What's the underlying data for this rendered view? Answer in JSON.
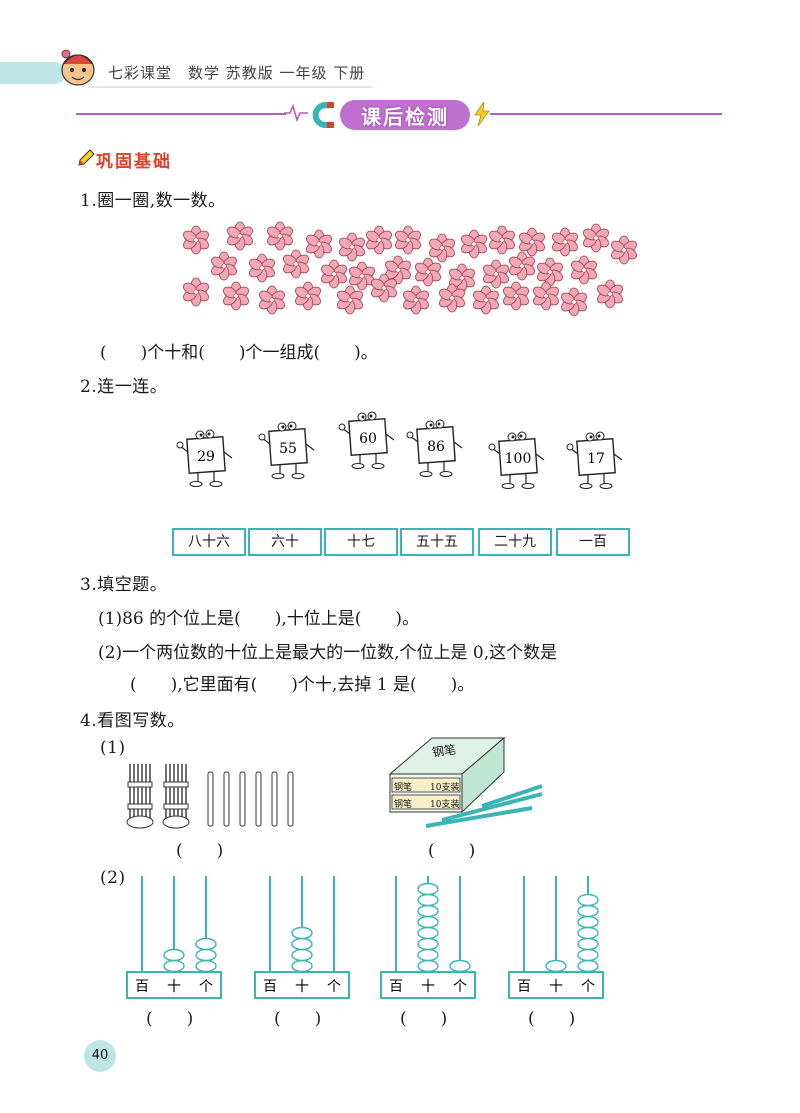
{
  "header": {
    "title": "七彩课堂　数学 苏教版 一年级 下册",
    "section_title": "课后检测"
  },
  "section_label": "巩固基础",
  "q1": {
    "title": "1.圈一圈,数一数。",
    "fill": "(　　)个十和(　　)个一组成(　　)。"
  },
  "q2": {
    "title": "2.连一连。",
    "numbers": [
      "29",
      "55",
      "60",
      "86",
      "100",
      "17"
    ],
    "cards": [
      "八十六",
      "六十",
      "十七",
      "五十五",
      "二十九",
      "一百"
    ]
  },
  "q3": {
    "title": "3.填空题。",
    "line1": "(1)86 的个位上是(　　),十位上是(　　)。",
    "line2": "(2)一个两位数的十位上是最大的一位数,个位上是 0,这个数是",
    "line3": "(　　),它里面有(　　)个十,去掉 1 是(　　)。"
  },
  "q4": {
    "title": "4.看图写数。",
    "sub1": "(1)",
    "sub2": "(2)",
    "answer": "(　　)",
    "box_title": "钢笔",
    "box_label1": "钢笔　　10支装",
    "box_label2": "钢笔　　10支装",
    "places": [
      "百",
      "十",
      "个"
    ],
    "abacus_beads": [
      [
        0,
        2,
        3
      ],
      [
        0,
        4,
        0
      ],
      [
        0,
        8,
        1
      ],
      [
        0,
        1,
        7
      ]
    ]
  },
  "page_number": "40",
  "colors": {
    "teal": "#3bb4b4",
    "purple": "#c070d0",
    "flower": "#f2a9b5",
    "red": "#e0402a"
  }
}
